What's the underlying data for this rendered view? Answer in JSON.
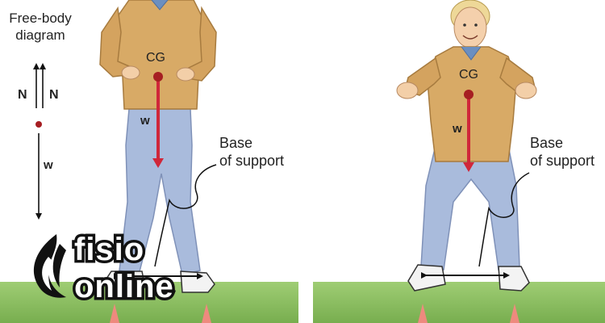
{
  "free_body": {
    "title": "Free-body\ndiagram",
    "normal_force_left": "N",
    "normal_force_right": "N",
    "weight": "w"
  },
  "left_figure": {
    "cg_label": "CG",
    "weight_label": "w",
    "base_label": "Base\nof support"
  },
  "right_figure": {
    "cg_label": "CG",
    "weight_label": "w",
    "base_label": "Base\nof support"
  },
  "watermark": {
    "line1": "fisio",
    "line2": "online"
  },
  "colors": {
    "ground": "#8cc063",
    "shirt": "#d8aa66",
    "jeans": "#9fb3d8",
    "cg_dot": "#a61e22",
    "weight_arrow": "#d0273a",
    "support_marker": "#ee8a7e",
    "logo": "#111111"
  },
  "icons": {
    "logo_mark": "flame-icon"
  }
}
